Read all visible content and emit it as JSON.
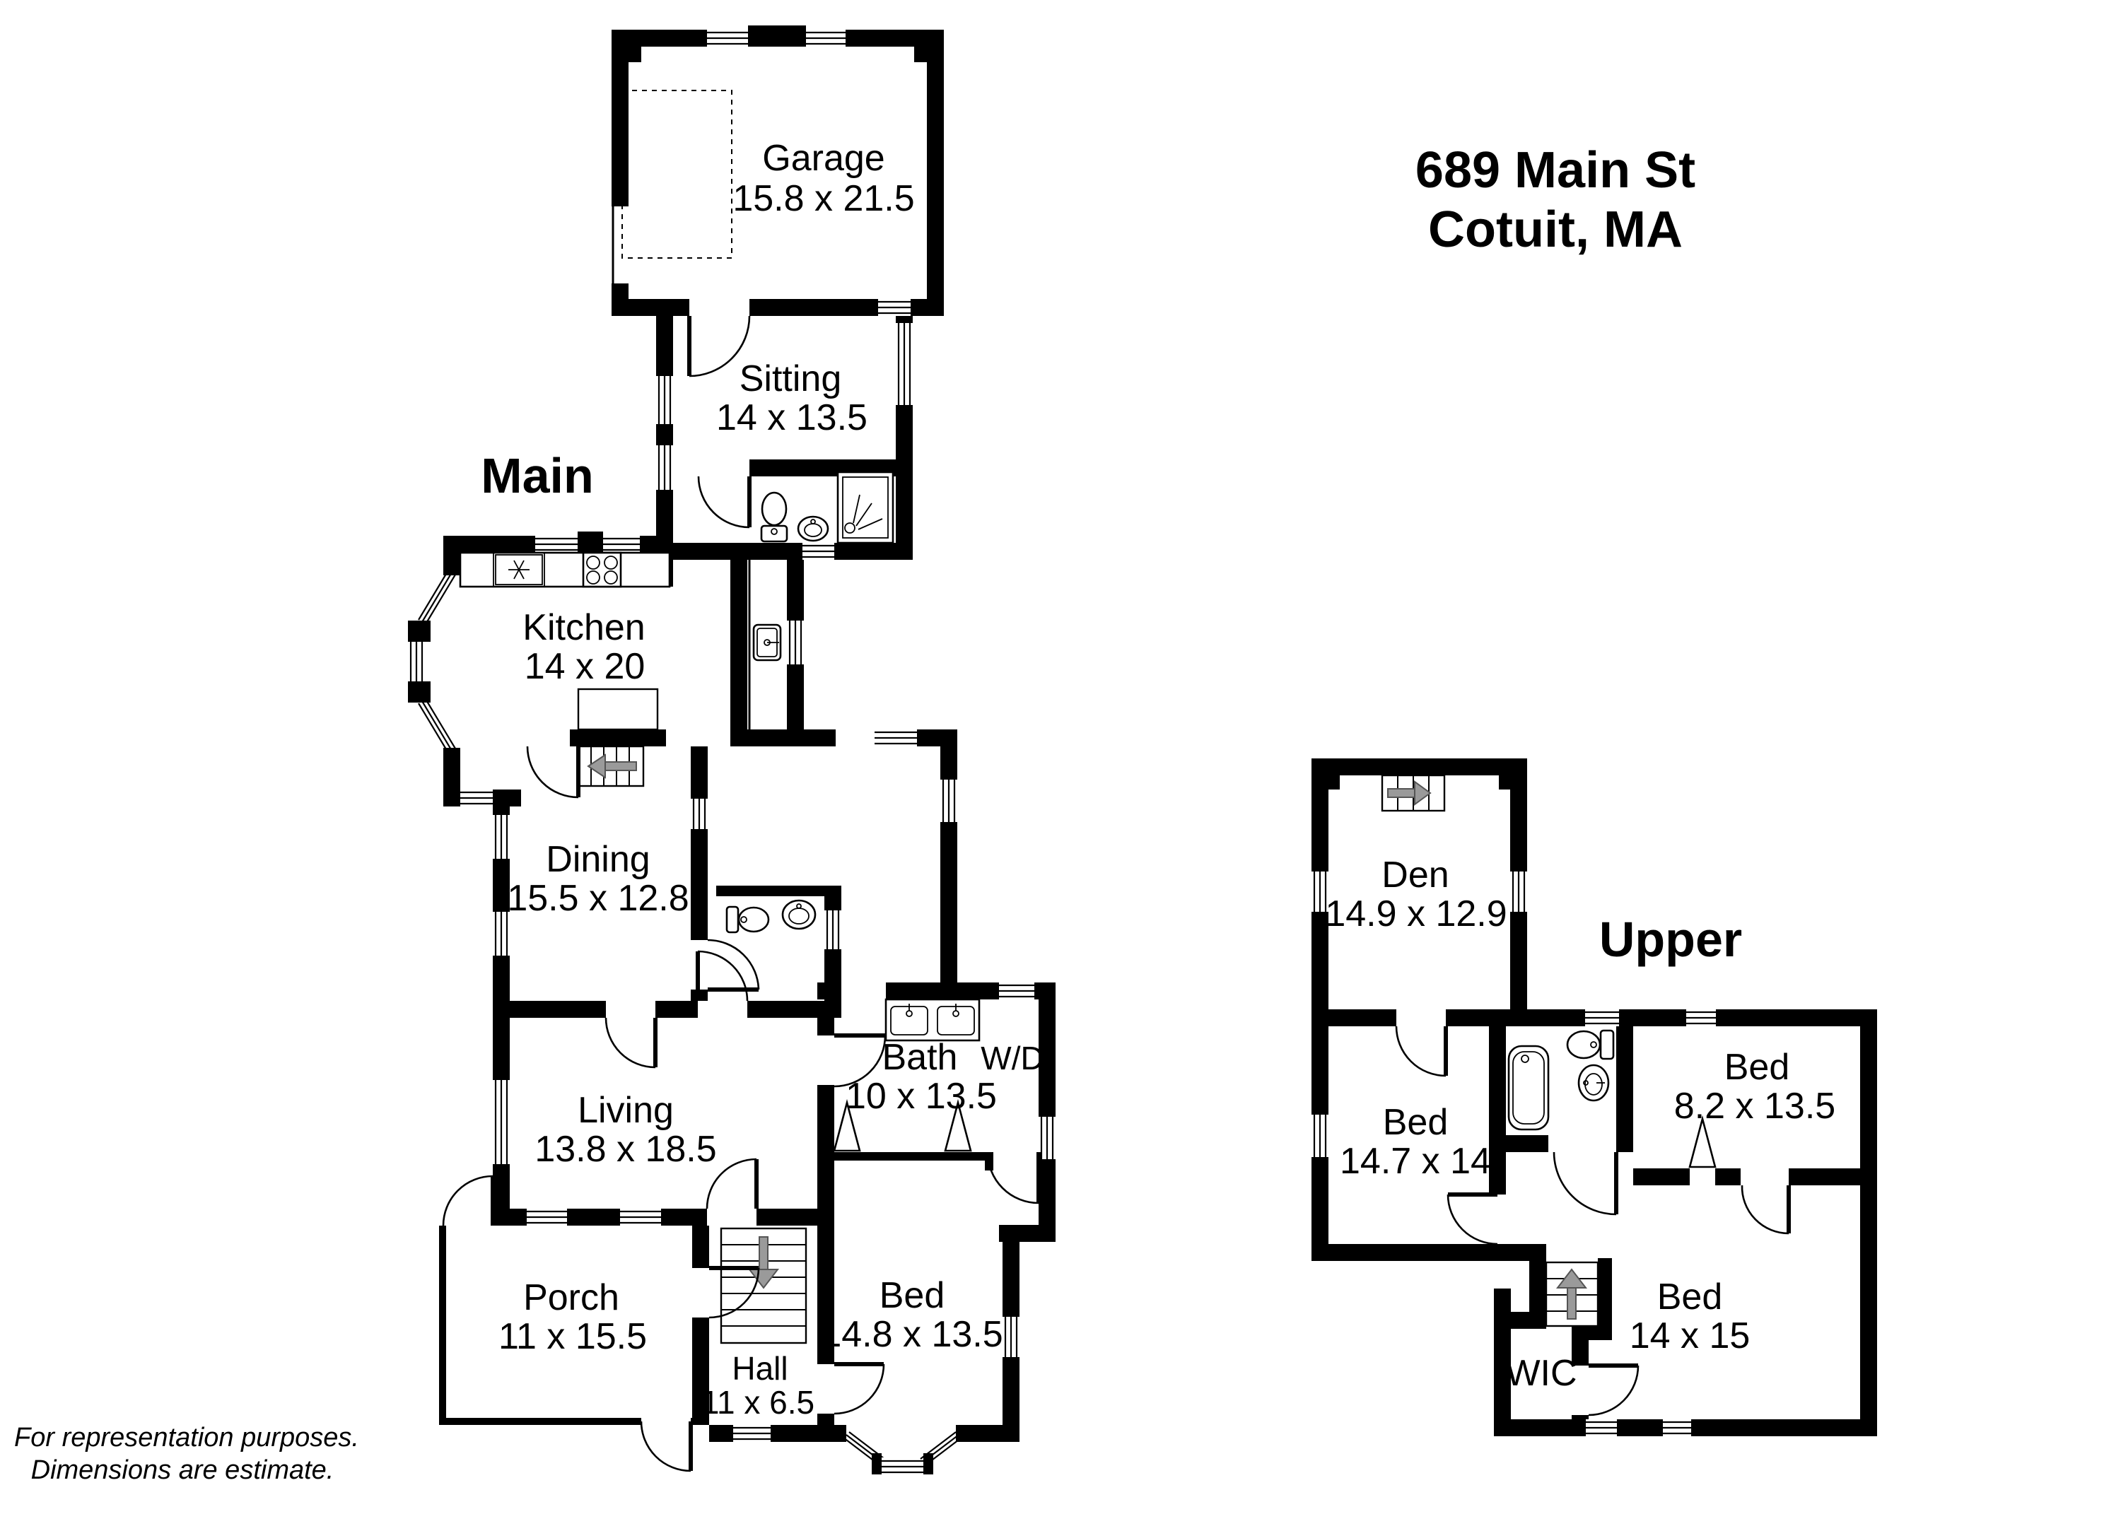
{
  "title": {
    "line1": "689 Main St",
    "line2": "Cotuit, MA"
  },
  "footer": {
    "line1": "For representation purposes.",
    "line2": "Dimensions are estimate."
  },
  "colors": {
    "wall": "#000000",
    "background": "#ffffff",
    "stair_arrow": "#9a9a9a",
    "text": "#000000"
  },
  "floors": {
    "main": {
      "label": "Main",
      "rooms": {
        "garage": {
          "name": "Garage",
          "dims": "15.8 x 21.5"
        },
        "sitting": {
          "name": "Sitting",
          "dims": "14 x 13.5"
        },
        "kitchen": {
          "name": "Kitchen",
          "dims": "14 x 20"
        },
        "dining": {
          "name": "Dining",
          "dims": "15.5 x 12.8"
        },
        "living": {
          "name": "Living",
          "dims": "13.8 x 18.5"
        },
        "bath": {
          "name": "Bath",
          "dims": "10 x 13.5"
        },
        "wd": {
          "name": "W/D"
        },
        "bed": {
          "name": "Bed",
          "dims": "14.8 x 13.5"
        },
        "porch": {
          "name": "Porch",
          "dims": "11 x 15.5"
        },
        "hall": {
          "name": "Hall",
          "dims": "11 x 6.5"
        }
      }
    },
    "upper": {
      "label": "Upper",
      "rooms": {
        "den": {
          "name": "Den",
          "dims": "14.9 x 12.9"
        },
        "bed1": {
          "name": "Bed",
          "dims": "14.7 x 14"
        },
        "bed2": {
          "name": "Bed",
          "dims": "8.2 x 13.5"
        },
        "bed3": {
          "name": "Bed",
          "dims": "14 x 15"
        },
        "wic": {
          "name": "WIC"
        }
      }
    }
  }
}
